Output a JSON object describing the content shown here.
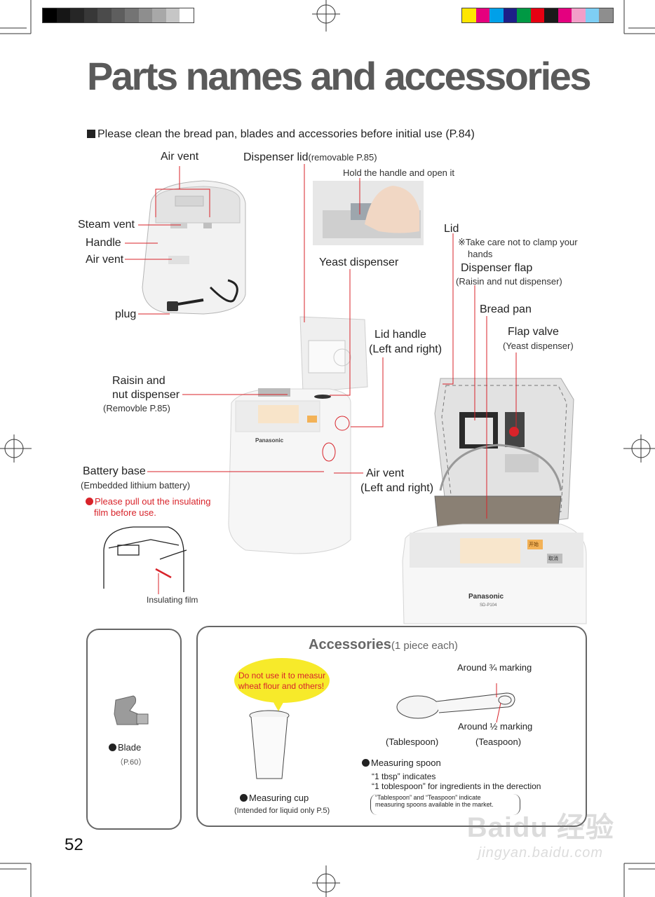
{
  "colors": {
    "gray_bar": [
      "#000000",
      "#161616",
      "#262626",
      "#383838",
      "#4b4b4b",
      "#5e5e5e",
      "#747474",
      "#8e8e8e",
      "#a8a8a8",
      "#c6c6c6",
      "#ffffff"
    ],
    "color_bar": [
      "#ffe600",
      "#e6007e",
      "#00a0e9",
      "#1d2088",
      "#009944",
      "#e60012",
      "#1a1a1a",
      "#e4007f",
      "#f29ec8",
      "#7ecef4",
      "#8e8e8e"
    ],
    "accent_red": "#d8232a",
    "callout_yellow": "#f7ea2a"
  },
  "page": {
    "title": "Parts names and accessories",
    "intro": "Please clean the bread pan, blades and accessories before initial use (P.84)",
    "number": "52"
  },
  "labels": {
    "air_vent_top": "Air vent",
    "dispenser_lid": "Dispenser lid",
    "dispenser_lid_note": "(removable P.85)",
    "hold_handle": "Hold the handle and open it",
    "steam_vent": "Steam vent",
    "handle": "Handle",
    "air_vent_left": "Air vent",
    "plug": "plug",
    "lid": "Lid",
    "lid_note_1": "※Take care not to clamp your",
    "lid_note_2": "hands",
    "yeast_dispenser": "Yeast dispenser",
    "dispenser_flap": "Dispenser flap",
    "dispenser_flap_note": "(Raisin and nut dispenser)",
    "bread_pan": "Bread pan",
    "flap_valve": "Flap valve",
    "flap_valve_note": "(Yeast dispenser)",
    "lid_handle_1": "Lid handle",
    "lid_handle_2": "(Left and right)",
    "raisin_1": "Raisin and",
    "raisin_2": "nut dispenser",
    "raisin_note": "(Removble P.85)",
    "battery_base": "Battery base",
    "battery_note": "(Embedded lithium battery)",
    "warning_1": "Please pull out the insulating",
    "warning_2": "film before use.",
    "air_vent_right_1": "Air vent",
    "air_vent_right_2": "(Left and right)",
    "insulating_film": "Insulating film"
  },
  "machine": {
    "brand": "Panasonic",
    "model": "SD-P104",
    "btn_start": "开始",
    "btn_cancel": "取消"
  },
  "accessories": {
    "title": "Accessories",
    "title_note": "(1 piece each)",
    "blade_label": "Blade",
    "blade_ref": "（P.60）",
    "callout_1": "Do not use it to measur",
    "callout_2": "wheat flour and others!",
    "cup_label": "Measuring cup",
    "cup_note": "(Intended for liquid only P.5)",
    "around_three_quarter": "Around ¾ marking",
    "around_half": "Around ½ marking",
    "tablespoon": "(Tablespoon)",
    "teaspoon": "(Teaspoon)",
    "spoon_label": "Measuring spoon",
    "spoon_line_1": "“1 tbsp” indicates",
    "spoon_line_2": "“1 toblespoon” for ingredients in the derection",
    "spoon_note_1": "“Tablespoon” and “Teaspoon” indicate",
    "spoon_note_2": "measuring spoons available in the market."
  },
  "watermark": {
    "big": "Baidu 经验",
    "small": "jingyan.baidu.com"
  }
}
